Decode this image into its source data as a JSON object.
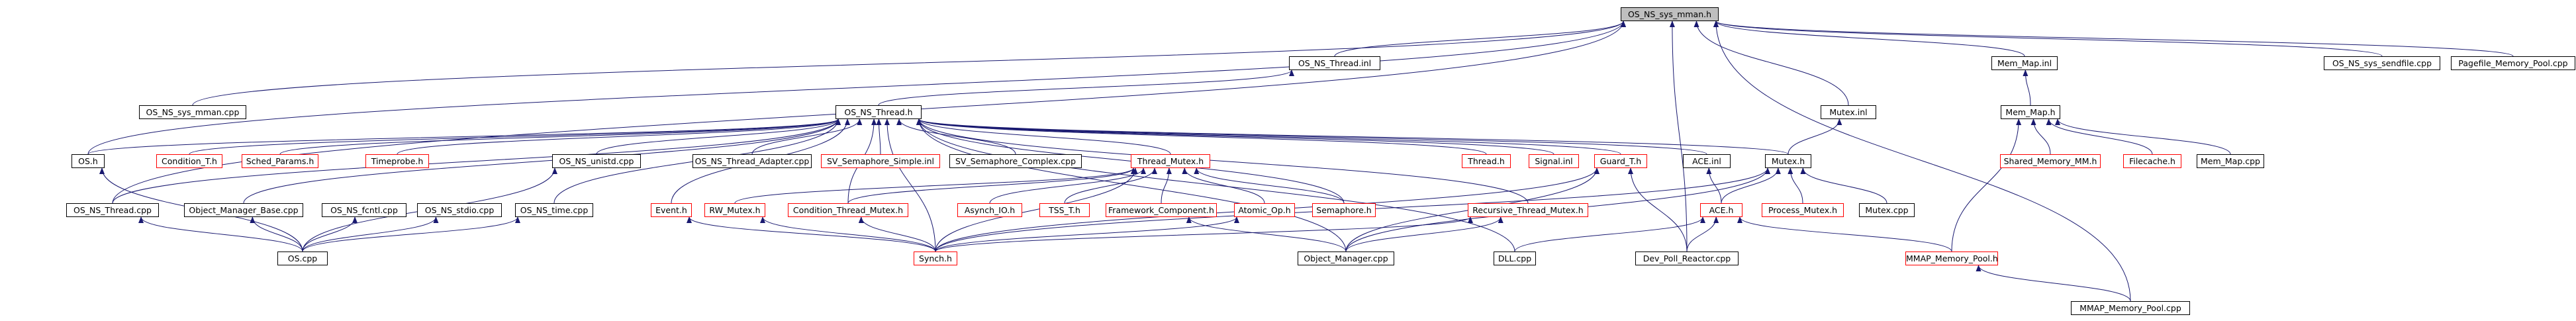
{
  "graph": {
    "colors": {
      "edge": "#191970",
      "node_border": "#000000",
      "incomplete_border": "#ff0000",
      "root_fill": "#bfbfbf"
    },
    "nodes": [
      {
        "id": "root",
        "label": "OS_NS_sys_mman.h",
        "red": false,
        "root": true
      },
      {
        "id": "osnsthreadinl",
        "label": "OS_NS_Thread.inl",
        "red": false
      },
      {
        "id": "memmapinl",
        "label": "Mem_Map.inl",
        "red": false
      },
      {
        "id": "sendfile",
        "label": "OS_NS_sys_sendfile.cpp",
        "red": false
      },
      {
        "id": "pagefile",
        "label": "Pagefile_Memory_Pool.cpp",
        "red": false
      },
      {
        "id": "mmancpp",
        "label": "OS_NS_sys_mman.cpp",
        "red": false
      },
      {
        "id": "osnsthreadh",
        "label": "OS_NS_Thread.h",
        "red": false
      },
      {
        "id": "mutexinl",
        "label": "Mutex.inl",
        "red": false
      },
      {
        "id": "memmaph",
        "label": "Mem_Map.h",
        "red": false
      },
      {
        "id": "osh",
        "label": "OS.h",
        "red": false
      },
      {
        "id": "conditiont",
        "label": "Condition_T.h",
        "red": true
      },
      {
        "id": "schedparams",
        "label": "Sched_Params.h",
        "red": true
      },
      {
        "id": "timeprobe",
        "label": "Timeprobe.h",
        "red": true
      },
      {
        "id": "unistd",
        "label": "OS_NS_unistd.cpp",
        "red": false
      },
      {
        "id": "threadadapter",
        "label": "OS_NS_Thread_Adapter.cpp",
        "red": false
      },
      {
        "id": "semsimple",
        "label": "SV_Semaphore_Simple.inl",
        "red": true
      },
      {
        "id": "semcomplex",
        "label": "SV_Semaphore_Complex.cpp",
        "red": false
      },
      {
        "id": "threadmutex",
        "label": "Thread_Mutex.h",
        "red": true
      },
      {
        "id": "threadh",
        "label": "Thread.h",
        "red": true
      },
      {
        "id": "signalinl",
        "label": "Signal.inl",
        "red": true
      },
      {
        "id": "guardt",
        "label": "Guard_T.h",
        "red": true
      },
      {
        "id": "aceinl",
        "label": "ACE.inl",
        "red": false
      },
      {
        "id": "mutexh",
        "label": "Mutex.h",
        "red": false
      },
      {
        "id": "sharedmm",
        "label": "Shared_Memory_MM.h",
        "red": true
      },
      {
        "id": "filecache",
        "label": "Filecache.h",
        "red": true
      },
      {
        "id": "memmapcpp",
        "label": "Mem_Map.cpp",
        "red": false
      },
      {
        "id": "osnsthreadcpp",
        "label": "OS_NS_Thread.cpp",
        "red": false
      },
      {
        "id": "objmgrbase",
        "label": "Object_Manager_Base.cpp",
        "red": false
      },
      {
        "id": "fcntl",
        "label": "OS_NS_fcntl.cpp",
        "red": false
      },
      {
        "id": "stdio",
        "label": "OS_NS_stdio.cpp",
        "red": false
      },
      {
        "id": "timecpp",
        "label": "OS_NS_time.cpp",
        "red": false
      },
      {
        "id": "eventh",
        "label": "Event.h",
        "red": true
      },
      {
        "id": "rwmutex",
        "label": "RW_Mutex.h",
        "red": true
      },
      {
        "id": "condthreadmutex",
        "label": "Condition_Thread_Mutex.h",
        "red": true
      },
      {
        "id": "asynchio",
        "label": "Asynch_IO.h",
        "red": true
      },
      {
        "id": "tsst",
        "label": "TSS_T.h",
        "red": true
      },
      {
        "id": "framework",
        "label": "Framework_Component.h",
        "red": true
      },
      {
        "id": "atomicop",
        "label": "Atomic_Op.h",
        "red": true
      },
      {
        "id": "semaphoreh",
        "label": "Semaphore.h",
        "red": true
      },
      {
        "id": "recmutex",
        "label": "Recursive_Thread_Mutex.h",
        "red": true
      },
      {
        "id": "processmutex",
        "label": "Process_Mutex.h",
        "red": true
      },
      {
        "id": "mutexcpp",
        "label": "Mutex.cpp",
        "red": false
      },
      {
        "id": "aceh",
        "label": "ACE.h",
        "red": true
      },
      {
        "id": "oscpp",
        "label": "OS.cpp",
        "red": false
      },
      {
        "id": "synchh",
        "label": "Synch.h",
        "red": true
      },
      {
        "id": "objmgrcpp",
        "label": "Object_Manager.cpp",
        "red": false
      },
      {
        "id": "dllcpp",
        "label": "DLL.cpp",
        "red": false
      },
      {
        "id": "devpoll",
        "label": "Dev_Poll_Reactor.cpp",
        "red": false
      },
      {
        "id": "mmappool",
        "label": "MMAP_Memory_Pool.h",
        "red": true
      },
      {
        "id": "mmappoolcpp",
        "label": "MMAP_Memory_Pool.cpp",
        "red": false
      }
    ],
    "edges": [
      [
        "osnsthreadinl",
        "root"
      ],
      [
        "memmapinl",
        "root"
      ],
      [
        "sendfile",
        "root"
      ],
      [
        "pagefile",
        "root"
      ],
      [
        "mmancpp",
        "root"
      ],
      [
        "mutexinl",
        "root"
      ],
      [
        "devpoll",
        "root"
      ],
      [
        "mmappoolcpp",
        "root"
      ],
      [
        "osnsthreadcpp",
        "root"
      ],
      [
        "osh",
        "root"
      ],
      [
        "osnsthreadh",
        "osnsthreadinl"
      ],
      [
        "memmaph",
        "memmapinl"
      ],
      [
        "mutexh",
        "mutexinl"
      ],
      [
        "osh",
        "osnsthreadh"
      ],
      [
        "conditiont",
        "osnsthreadh"
      ],
      [
        "schedparams",
        "osnsthreadh"
      ],
      [
        "timeprobe",
        "osnsthreadh"
      ],
      [
        "unistd",
        "osnsthreadh"
      ],
      [
        "threadadapter",
        "osnsthreadh"
      ],
      [
        "semsimple",
        "osnsthreadh"
      ],
      [
        "semcomplex",
        "osnsthreadh"
      ],
      [
        "threadmutex",
        "osnsthreadh"
      ],
      [
        "threadh",
        "osnsthreadh"
      ],
      [
        "signalinl",
        "osnsthreadh"
      ],
      [
        "guardt",
        "osnsthreadh"
      ],
      [
        "aceinl",
        "osnsthreadh"
      ],
      [
        "mutexh",
        "osnsthreadh"
      ],
      [
        "osnsthreadcpp",
        "osnsthreadh"
      ],
      [
        "objmgrbase",
        "osnsthreadh"
      ],
      [
        "timecpp",
        "osnsthreadh"
      ],
      [
        "eventh",
        "osnsthreadh"
      ],
      [
        "semaphoreh",
        "osnsthreadh"
      ],
      [
        "recmutex",
        "osnsthreadh"
      ],
      [
        "dllcpp",
        "osnsthreadh"
      ],
      [
        "synchh",
        "osnsthreadh"
      ],
      [
        "condthreadmutex",
        "osnsthreadh"
      ],
      [
        "objmgrcpp",
        "osnsthreadh"
      ],
      [
        "sharedmm",
        "memmaph"
      ],
      [
        "filecache",
        "memmaph"
      ],
      [
        "memmapcpp",
        "memmaph"
      ],
      [
        "mmappool",
        "memmaph"
      ],
      [
        "oscpp",
        "unistd"
      ],
      [
        "oscpp",
        "osh"
      ],
      [
        "oscpp",
        "osnsthreadcpp"
      ],
      [
        "oscpp",
        "objmgrbase"
      ],
      [
        "oscpp",
        "fcntl"
      ],
      [
        "oscpp",
        "stdio"
      ],
      [
        "oscpp",
        "timecpp"
      ],
      [
        "rwmutex",
        "threadmutex"
      ],
      [
        "condthreadmutex",
        "threadmutex"
      ],
      [
        "asynchio",
        "threadmutex"
      ],
      [
        "tsst",
        "threadmutex"
      ],
      [
        "framework",
        "threadmutex"
      ],
      [
        "atomicop",
        "threadmutex"
      ],
      [
        "semaphoreh",
        "threadmutex"
      ],
      [
        "synchh",
        "threadmutex"
      ],
      [
        "synchh",
        "eventh"
      ],
      [
        "synchh",
        "condthreadmutex"
      ],
      [
        "synchh",
        "recmutex"
      ],
      [
        "synchh",
        "rwmutex"
      ],
      [
        "synchh",
        "guardt"
      ],
      [
        "synchh",
        "mutexh"
      ],
      [
        "synchh",
        "atomicop"
      ],
      [
        "objmgrcpp",
        "recmutex"
      ],
      [
        "objmgrcpp",
        "framework"
      ],
      [
        "objmgrcpp",
        "guardt"
      ],
      [
        "objmgrcpp",
        "mutexh"
      ],
      [
        "devpoll",
        "guardt"
      ],
      [
        "devpoll",
        "aceh"
      ],
      [
        "dllcpp",
        "aceh"
      ],
      [
        "aceh",
        "aceinl"
      ],
      [
        "aceh",
        "mutexh"
      ],
      [
        "processmutex",
        "mutexh"
      ],
      [
        "mutexcpp",
        "mutexh"
      ],
      [
        "mmappool",
        "aceh"
      ],
      [
        "mmappoolcpp",
        "mmappool"
      ]
    ]
  }
}
